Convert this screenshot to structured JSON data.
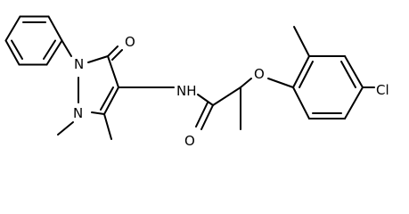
{
  "atoms": {
    "o_keto": "O",
    "n_ring_1": "N",
    "n_ring_2": "N",
    "nh_amide": "NH",
    "o_amide": "O",
    "o_ether": "O",
    "cl": "Cl"
  }
}
